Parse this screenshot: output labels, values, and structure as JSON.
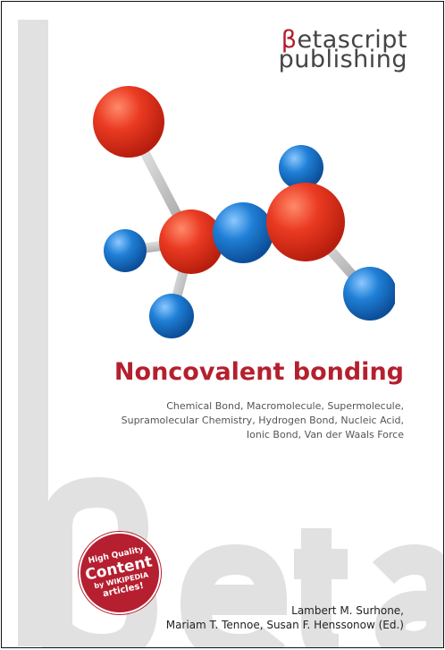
{
  "publisher": {
    "accent_part": "β",
    "rest_part": "etascript",
    "line2": "publishing"
  },
  "book": {
    "title": "Noncovalent bonding",
    "subtitle": "Chemical Bond, Macromolecule, Supermolecule, Supramolecular Chemistry, Hydrogen Bond, Nucleic Acid, Ionic Bond, Van der Waals Force",
    "authors_line1": "Lambert M. Surhone,",
    "authors_line2": "Mariam T. Tennoe, Susan F. Henssonow (Ed.)"
  },
  "badge": {
    "line1": "High Quality",
    "line2": "Content",
    "line3": "by WIKIPEDIA",
    "line4": "articles!"
  },
  "colors": {
    "brand_red": "#b4202e",
    "atom_red": "#ea3a22",
    "atom_blue": "#1f7fd6",
    "watermark_grey": "#e1e1e1"
  }
}
